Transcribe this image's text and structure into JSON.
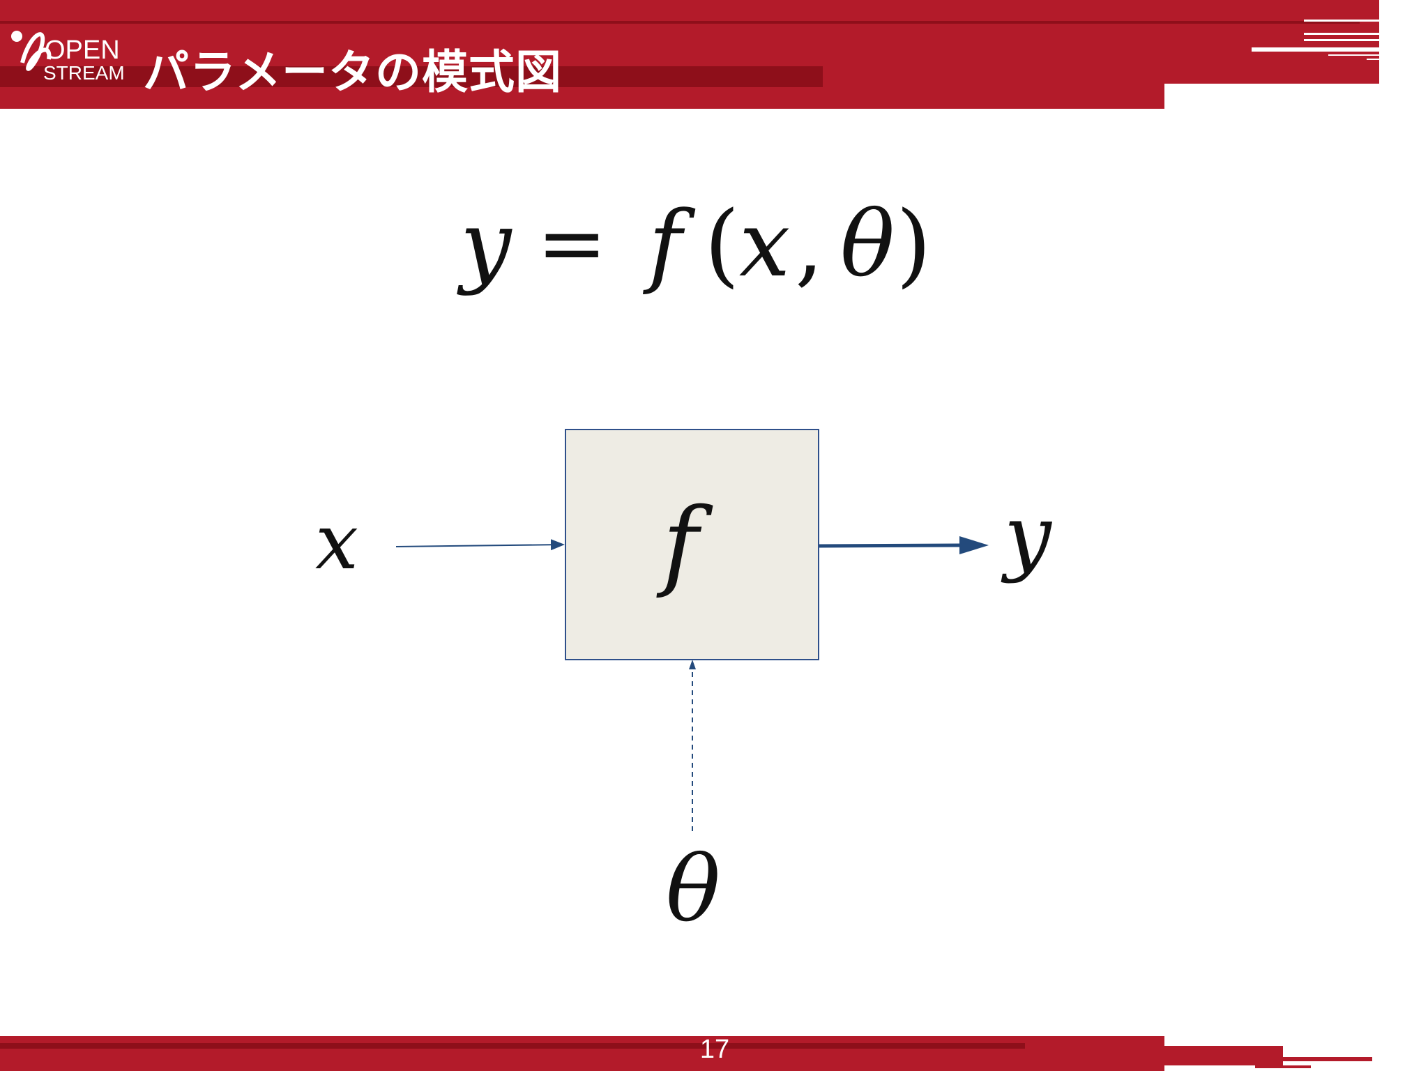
{
  "slide": {
    "title": "パラメータの模式図",
    "page_number": "17"
  },
  "brand": {
    "logo_top": "OPEN",
    "logo_bottom": "STREAM",
    "accent_color": "#b31b2a",
    "dark_band_color": "#8e0f1a"
  },
  "equation": {
    "lhs": "y",
    "equals": "=",
    "func": "f",
    "open_paren": "(",
    "arg1": "x",
    "comma": ",",
    "arg2": "θ",
    "close_paren": ")"
  },
  "diagram": {
    "input_label": "x",
    "function_label": "f",
    "output_label": "y",
    "parameter_label": "θ",
    "box_fill": "#eeece4",
    "box_stroke": "#2e4f8a",
    "arrow_color": "#234a7c"
  }
}
